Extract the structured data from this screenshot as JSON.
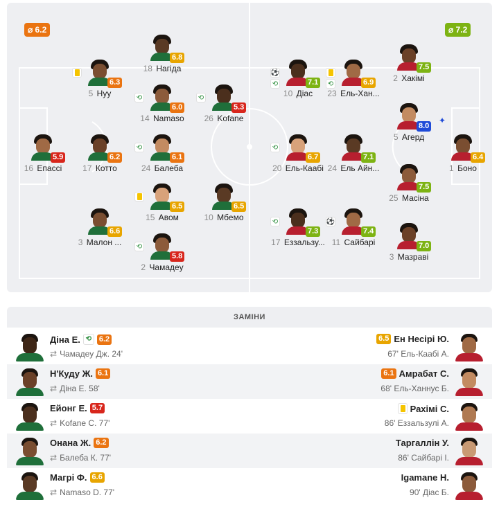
{
  "colors": {
    "rating_red": "#d8261c",
    "rating_orange": "#ea7411",
    "rating_amber": "#e8a500",
    "rating_green": "#7db313",
    "rating_blue": "#1f4bd8",
    "pitch_bg": "#eeeff2",
    "pitch_lines": "#ffffff"
  },
  "pitch": {
    "home_avg": "⌀ 6.2",
    "away_avg": "⌀ 7.2",
    "home_players": [
      {
        "num": "18",
        "name": "Нагіда",
        "rating": "6.8",
        "rc": "rating_amber",
        "badges": []
      },
      {
        "num": "5",
        "name": "Нуу",
        "rating": "6.3",
        "rc": "rating_orange",
        "badges": [
          "yellow"
        ]
      },
      {
        "num": "14",
        "name": "Namaso",
        "rating": "6.0",
        "rc": "rating_orange",
        "badges": [
          "sub"
        ]
      },
      {
        "num": "26",
        "name": "Kofane",
        "rating": "5.3",
        "rc": "rating_red",
        "badges": [
          "sub"
        ]
      },
      {
        "num": "16",
        "name": "Епассі",
        "rating": "5.9",
        "rc": "rating_red",
        "badges": []
      },
      {
        "num": "17",
        "name": "Котто",
        "rating": "6.2",
        "rc": "rating_orange",
        "badges": []
      },
      {
        "num": "24",
        "name": "Балеба",
        "rating": "6.1",
        "rc": "rating_orange",
        "badges": [
          "sub"
        ]
      },
      {
        "num": "15",
        "name": "Авом",
        "rating": "6.5",
        "rc": "rating_amber",
        "badges": [
          "yellow"
        ]
      },
      {
        "num": "10",
        "name": "Мбемо",
        "rating": "6.5",
        "rc": "rating_amber",
        "badges": []
      },
      {
        "num": "3",
        "name": "Малон ...",
        "rating": "6.6",
        "rc": "rating_amber",
        "badges": []
      },
      {
        "num": "2",
        "name": "Чамадеу",
        "rating": "5.8",
        "rc": "rating_red",
        "badges": [
          "sub"
        ]
      }
    ],
    "away_players": [
      {
        "num": "10",
        "name": "Діас",
        "rating": "7.1",
        "rc": "rating_green",
        "badges": [
          "ball",
          "sub"
        ]
      },
      {
        "num": "23",
        "name": "Ель-Хан...",
        "rating": "6.9",
        "rc": "rating_amber",
        "badges": [
          "yellow",
          "sub"
        ]
      },
      {
        "num": "2",
        "name": "Хакімі",
        "rating": "7.5",
        "rc": "rating_green",
        "badges": []
      },
      {
        "num": "5",
        "name": "Агерд",
        "rating": "8.0",
        "rc": "rating_blue",
        "badges": [],
        "star": "✦"
      },
      {
        "num": "20",
        "name": "Ель-Каабі",
        "rating": "6.7",
        "rc": "rating_amber",
        "badges": [
          "sub"
        ]
      },
      {
        "num": "24",
        "name": "Ель Айн...",
        "rating": "7.1",
        "rc": "rating_green",
        "badges": []
      },
      {
        "num": "1",
        "name": "Боно",
        "rating": "6.4",
        "rc": "rating_amber",
        "badges": []
      },
      {
        "num": "25",
        "name": "Масіна",
        "rating": "7.5",
        "rc": "rating_green",
        "badges": []
      },
      {
        "num": "17",
        "name": "Еззальзу...",
        "rating": "7.3",
        "rc": "rating_green",
        "badges": [
          "sub"
        ]
      },
      {
        "num": "11",
        "name": "Сайбарі",
        "rating": "7.4",
        "rc": "rating_green",
        "badges": [
          "ball"
        ]
      },
      {
        "num": "3",
        "name": "Мазраві",
        "rating": "7.0",
        "rc": "rating_green",
        "badges": []
      }
    ]
  },
  "subs": {
    "header": "ЗАМІНИ",
    "rows": [
      {
        "left": {
          "name": "Діна Е.",
          "rating": "6.2",
          "rc": "rating_orange",
          "icon": "sub",
          "info": "Чамадеу Дж. 24'"
        },
        "right": {
          "name": "Ен Несірі Ю.",
          "rating": "6.5",
          "rc": "rating_amber",
          "icon": "",
          "info": "67' Ель-Каабі А."
        }
      },
      {
        "left": {
          "name": "Н'Куду Ж.",
          "rating": "6.1",
          "rc": "rating_orange",
          "icon": "",
          "info": "Діна Е. 58'"
        },
        "right": {
          "name": "Амрабат С.",
          "rating": "6.1",
          "rc": "rating_orange",
          "icon": "",
          "info": "68' Ель-Ханнус Б."
        }
      },
      {
        "left": {
          "name": "Ейонг Е.",
          "rating": "5.7",
          "rc": "rating_red",
          "icon": "",
          "info": "Kofane C. 77'"
        },
        "right": {
          "name": "Рахімі С.",
          "rating": "",
          "rc": "",
          "icon": "yellow",
          "info": "86' Еззальзулі А."
        }
      },
      {
        "left": {
          "name": "Онана Ж.",
          "rating": "6.2",
          "rc": "rating_orange",
          "icon": "",
          "info": "Балеба К. 77'"
        },
        "right": {
          "name": "Таргаллін У.",
          "rating": "",
          "rc": "",
          "icon": "",
          "info": "86' Сайбарі І."
        }
      },
      {
        "left": {
          "name": "Магрі Ф.",
          "rating": "6.6",
          "rc": "rating_amber",
          "icon": "",
          "info": "Namaso D. 77'"
        },
        "right": {
          "name": "Igamane H.",
          "rating": "",
          "rc": "",
          "icon": "",
          "info": "90' Діас Б."
        }
      }
    ]
  }
}
